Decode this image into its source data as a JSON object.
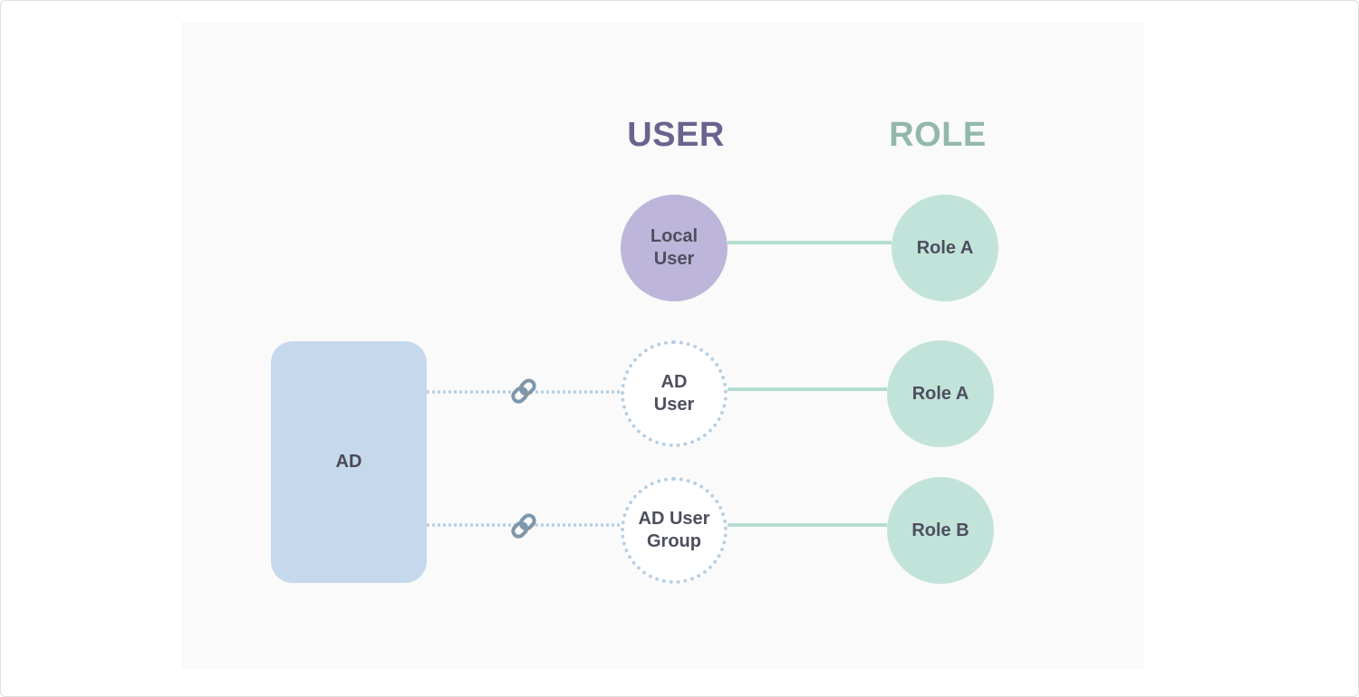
{
  "headers": {
    "user": "USER",
    "role": "ROLE"
  },
  "ad_box": {
    "label": "AD"
  },
  "users": {
    "local_line1": "Local",
    "local_line2": "User",
    "ad_user_line1": "AD",
    "ad_user_line2": "User",
    "ad_group_line1": "AD User",
    "ad_group_line2": "Group"
  },
  "roles": {
    "role_1": "Role A",
    "role_2": "Role A",
    "role_3": "Role B"
  },
  "colors": {
    "user_header": "#6b628f",
    "role_header": "#92b8aa",
    "ad_box": "#c5d8ec",
    "local_user": "#bdb6da",
    "role_node": "#c2e3da",
    "link_line": "#b6cfe4",
    "role_line": "#b3ddd1",
    "link_icon": "#7f97ab"
  },
  "icons": {
    "link": "link-icon"
  }
}
